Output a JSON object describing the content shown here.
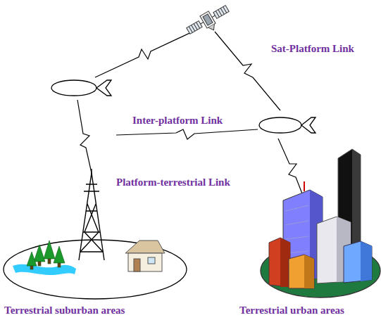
{
  "diagram": {
    "labels": [
      "Sat-Platform Link",
      "Inter-platform Link",
      "Platform-terrestrial Link",
      "Terrestrial suburban areas",
      "Terrestrial urban areas"
    ]
  }
}
